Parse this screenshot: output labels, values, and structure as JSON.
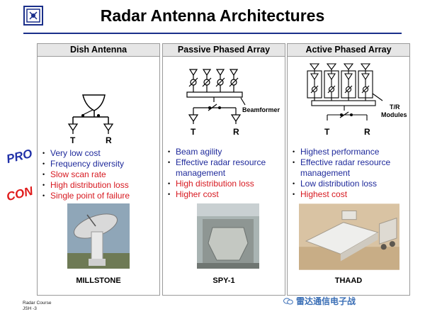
{
  "slide": {
    "title": "Radar Antenna Architectures",
    "side_labels": {
      "pro": "PRO",
      "con": "CON"
    },
    "footer": {
      "line1": "Radar Course",
      "line2": "JSH -3"
    },
    "watermark": "雷达通信电子战"
  },
  "colors": {
    "pro": "#1f2a9b",
    "con": "#d71920",
    "title_rule": "#1a2f8a"
  },
  "panels": [
    {
      "title": "Dish Antenna",
      "diagram_labels": {
        "t": "T",
        "r": "R"
      },
      "pros": [
        "Very low cost",
        "Frequency diversity"
      ],
      "cons": [
        "Slow scan rate",
        "High distribution loss",
        "Single point of failure"
      ],
      "caption": "MILLSTONE"
    },
    {
      "title": "Passive Phased Array",
      "diagram_labels": {
        "t": "T",
        "r": "R",
        "beamformer": "Beamformer"
      },
      "pros": [
        "Beam agility",
        "Effective radar resource management"
      ],
      "cons": [
        "High distribution loss",
        "Higher cost"
      ],
      "caption": "SPY-1"
    },
    {
      "title": "Active Phased Array",
      "diagram_labels": {
        "t": "T",
        "r": "R",
        "tr_modules_1": "T/R",
        "tr_modules_2": "Modules"
      },
      "pros": [
        "Highest performance",
        "Effective radar resource management",
        "Low distribution loss"
      ],
      "cons": [
        "Highest cost"
      ],
      "caption": "THAAD"
    }
  ]
}
